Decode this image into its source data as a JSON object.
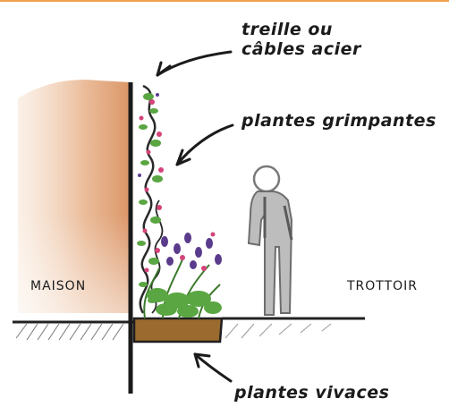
{
  "labels": {
    "treille_line1": "treille ou",
    "treille_line2": "câbles acier",
    "plantes_grimpantes": "plantes grimpantes",
    "plantes_vivaces": "plantes vivaces",
    "maison": "MAISON",
    "trottoir": "TROTTOIR"
  },
  "colors": {
    "accent_rule": "#f0a24a",
    "wall_wash": "#e2a57b",
    "soil": "#9a6a2e",
    "ground_line": "#222222",
    "leaf": "#5aa642",
    "flower_purple": "#5a3b8c",
    "flower_pink": "#d4437a"
  }
}
